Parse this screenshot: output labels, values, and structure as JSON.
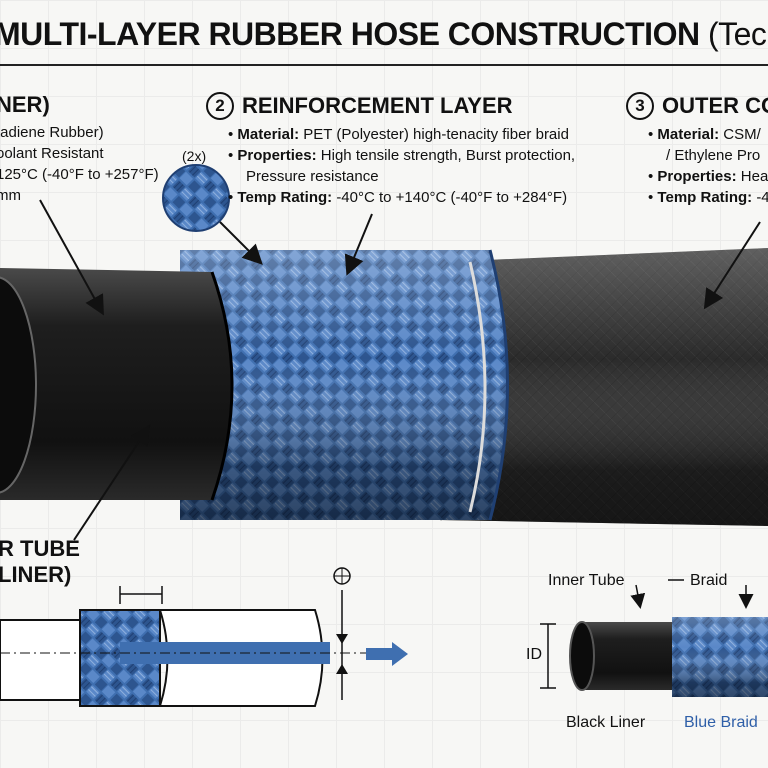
{
  "title": {
    "main": "MULTI-LAYER RUBBER HOSE CONSTRUCTION",
    "sub": "(Tech"
  },
  "section1": {
    "heading": "NER)",
    "lines": [
      "tadiene Rubber)",
      "oolant Resistant",
      "125°C (-40°F to +257°F)",
      "mm"
    ]
  },
  "section2": {
    "number": "2",
    "heading": "REINFORCEMENT LAYER",
    "material_key": "Material:",
    "material_val": "PET (Polyester) high-tenacity fiber braid",
    "properties_key": "Properties:",
    "properties_val": "High tensile strength, Burst protection,",
    "properties_cont": "Pressure resistance",
    "temp_key": "Temp Rating:",
    "temp_val": "-40°C to +140°C (-40°F to +284°F)",
    "scale": "(2x)"
  },
  "section3": {
    "number": "3",
    "heading": "OUTER CO",
    "material_key": "Material:",
    "material_val": "CSM/",
    "material_cont": "/ Ethylene Pro",
    "properties_key": "Properties:",
    "properties_val": "Hea",
    "temp_key": "Temp Rating:",
    "temp_val": "-4"
  },
  "liner_label": {
    "line1": "R TUBE",
    "line2": "LINER)"
  },
  "bottom": {
    "inner_tube": "Inner Tube",
    "braid": "Braid",
    "id_label": "ID",
    "black_liner": "Black Liner",
    "blue_braid": "Blue Braid"
  },
  "colors": {
    "braid": "#3f6fb0",
    "braid_dark": "#1f3f72",
    "rubber": "#1a1a1a",
    "outer": "#2a2a2a",
    "accent_blue": "#2f5fa8"
  }
}
